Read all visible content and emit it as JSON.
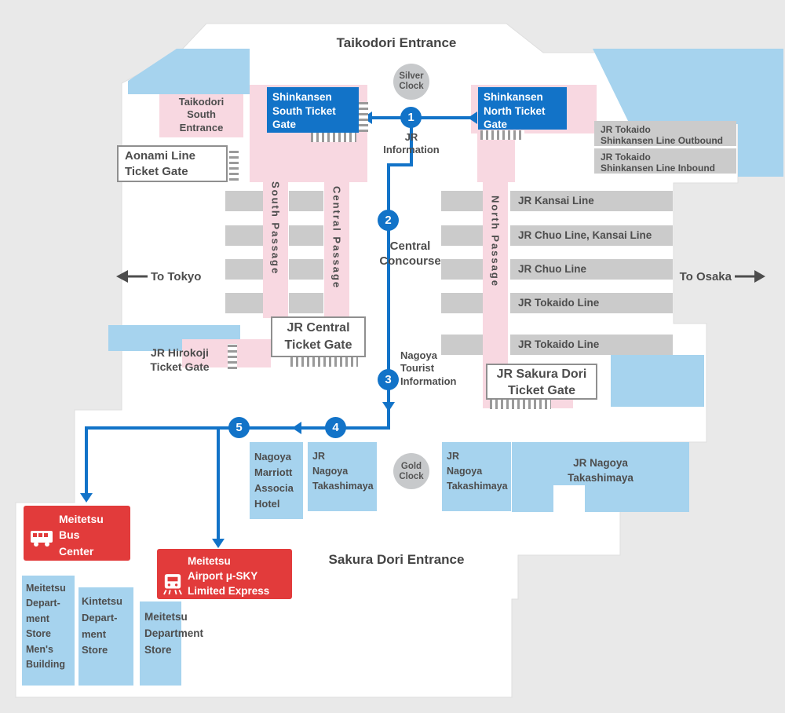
{
  "header": {
    "taikodori_entrance": "Taikodori Entrance",
    "sakura_dori_entrance": "Sakura Dori Entrance"
  },
  "clocks": {
    "silver": "Silver\nClock",
    "gold": "Gold\nClock"
  },
  "gates": {
    "shinkansen_south": "Shinkansen\nSouth Ticket\nGate",
    "shinkansen_north": "Shinkansen\nNorth Ticket\nGate",
    "aonami": "Aonami Line\nTicket Gate",
    "jr_central": "JR Central\nTicket Gate",
    "jr_hirokoji": "JR Hirokoji\nTicket Gate",
    "jr_sakura_dori": "JR Sakura Dori\nTicket Gate"
  },
  "rail_lines": {
    "shinkansen_outbound": "JR Tokaido\nShinkansen Line Outbound",
    "shinkansen_inbound": "JR Tokaido\nShinkansen Line Inbound",
    "kansai": "JR Kansai Line",
    "chuo_kansai": "JR Chuo Line, Kansai Line",
    "chuo": "JR Chuo Line",
    "tokaido_1": "JR Tokaido Line",
    "tokaido_2": "JR Tokaido Line"
  },
  "passages": {
    "south": "South Passage",
    "central": "Central Passage",
    "north": "North Passage",
    "concourse": "Central\nConcourse"
  },
  "directions": {
    "to_tokyo": "To Tokyo",
    "to_osaka": "To Osaka"
  },
  "info_points": {
    "jr_information": "JR\nInformation",
    "tourist_information": "Nagoya\nTourist\nInformation",
    "taikodori_south_entrance": "Taikodori\nSouth\nEntrance"
  },
  "buildings": {
    "marriott": "Nagoya\nMarriott\nAssocia\nHotel",
    "takashimaya_left": "JR\nNagoya\nTakashimaya",
    "takashimaya_mid": "JR\nNagoya\nTakashimaya",
    "takashimaya_right": "JR Nagoya\nTakashimaya",
    "meitetsu_mens": "Meitetsu\nDepart-\nment\nStore\nMen's\nBuilding",
    "kintetsu": "Kintetsu\nDepart-\nment\nStore",
    "meitetsu_dept": "Meitetsu\nDepartment\nStore"
  },
  "meitetsu_services": {
    "bus_center": "Meitetsu\nBus\nCenter",
    "airport_express": "Meitetsu\nAirport μ-SKY\nLimited Express"
  },
  "route_stops": [
    "1",
    "2",
    "3",
    "4",
    "5"
  ],
  "colors": {
    "accent_blue": "#1273c8",
    "light_blue": "#a6d3ee",
    "pink": "#f8d8e1",
    "red": "#e23b3b",
    "platform_gray": "#cbcbcb"
  }
}
